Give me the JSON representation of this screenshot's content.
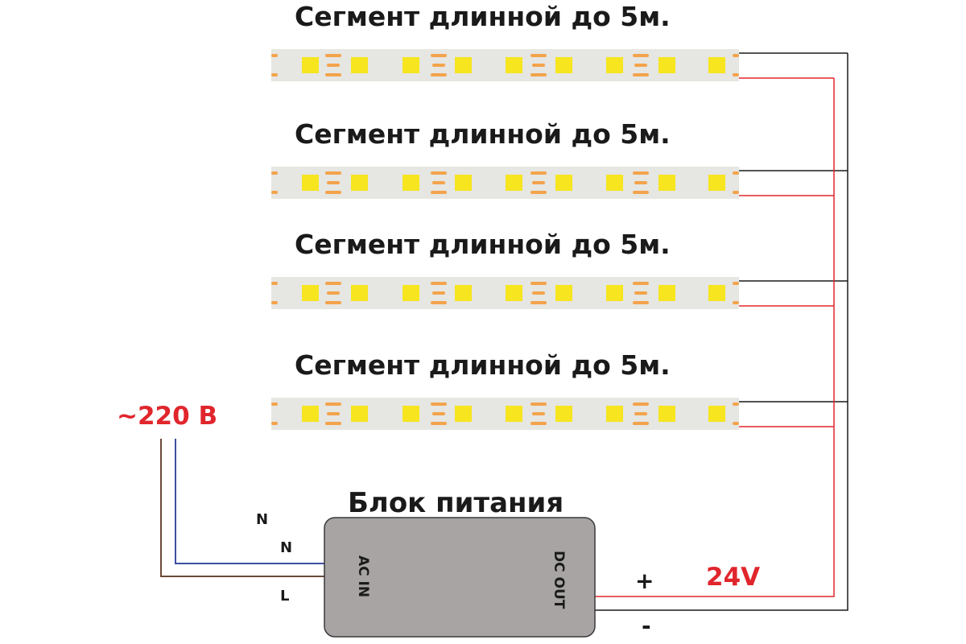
{
  "segments": [
    {
      "label": "Сегмент длинной до 5м."
    },
    {
      "label": "Сегмент длинной до 5м."
    },
    {
      "label": "Сегмент длинной до 5м."
    },
    {
      "label": "Сегмент длинной до 5м."
    }
  ],
  "power_supply": {
    "title": "Блок питания",
    "input_port": "AC IN",
    "output_port": "DC OUT"
  },
  "mains": {
    "voltage_label": "~220 В",
    "wire_labels": [
      "N",
      "N",
      "L"
    ]
  },
  "output": {
    "voltage_label": "24V",
    "plus_label": "+",
    "minus_label": "-"
  },
  "colors": {
    "strip_base": "#e6e6e2",
    "led_chip": "#f6e51f",
    "solder_pad": "#f3a34b",
    "positive_wire": "#e0262c",
    "negative_wire": "#1a1a1a",
    "neutral_wire": "#3b4fa0",
    "live_wire": "#6b4a3a",
    "psu_body": "#a7a4a3",
    "accent_red_text": "#e0262c"
  }
}
